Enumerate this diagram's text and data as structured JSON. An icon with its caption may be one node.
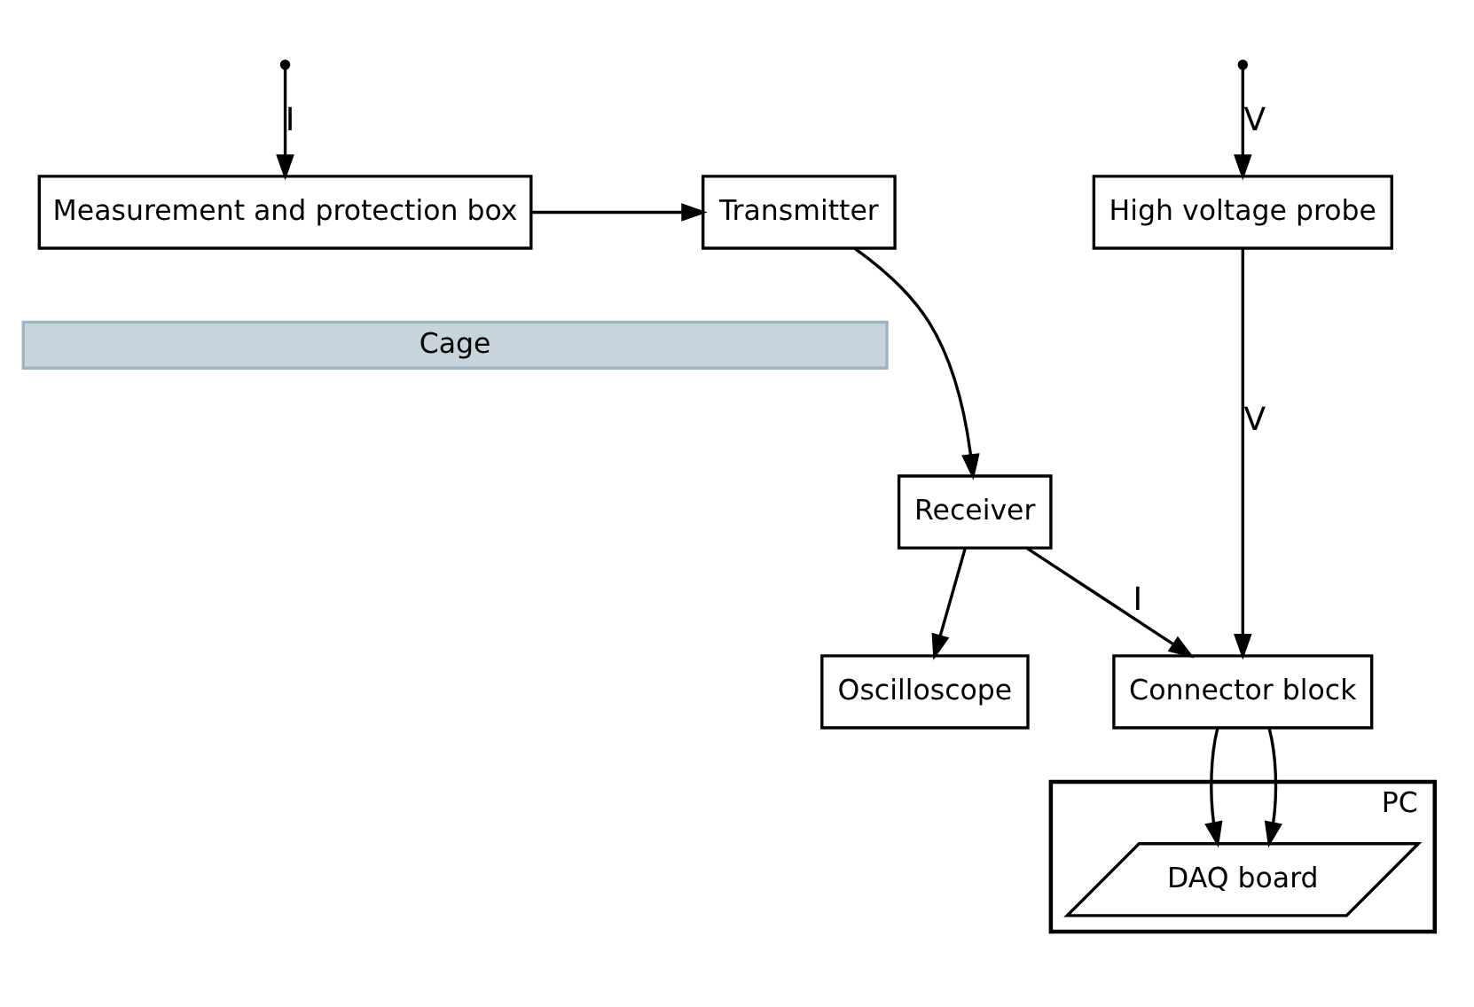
{
  "diagram": {
    "nodes": [
      {
        "text": [
          "Measurement and protection box"
        ]
      },
      {
        "text": [
          "Transmitter"
        ]
      },
      {
        "text": [
          "High voltage probe"
        ]
      },
      {
        "text": [
          "Cage"
        ]
      },
      {
        "text": [
          "Receiver"
        ]
      },
      {
        "text": [
          "Oscilloscope"
        ]
      },
      {
        "text": [
          "Connector block"
        ]
      },
      {
        "text": [
          "PC"
        ]
      },
      {
        "text": [
          "DAQ board"
        ],
        "in": 7
      }
    ],
    "edges": [
      {
        "from": null,
        "to": 0,
        "arrow": "to",
        "label": "I"
      },
      {
        "from": 0,
        "to": 1,
        "arrow": "to"
      },
      {
        "from": 1,
        "to": 4,
        "arrow": "to"
      },
      {
        "from": null,
        "to": 2,
        "arrow": "to",
        "label": "V"
      },
      {
        "from": 2,
        "to": 6,
        "arrow": "to",
        "label": "V"
      },
      {
        "from": 4,
        "to": 5,
        "arrow": "to"
      },
      {
        "from": 4,
        "to": 6,
        "arrow": "to",
        "label": "I"
      },
      {
        "from": 6,
        "to": 8,
        "arrow": "to"
      },
      {
        "from": 6,
        "to": 8,
        "arrow": "to"
      }
    ]
  }
}
